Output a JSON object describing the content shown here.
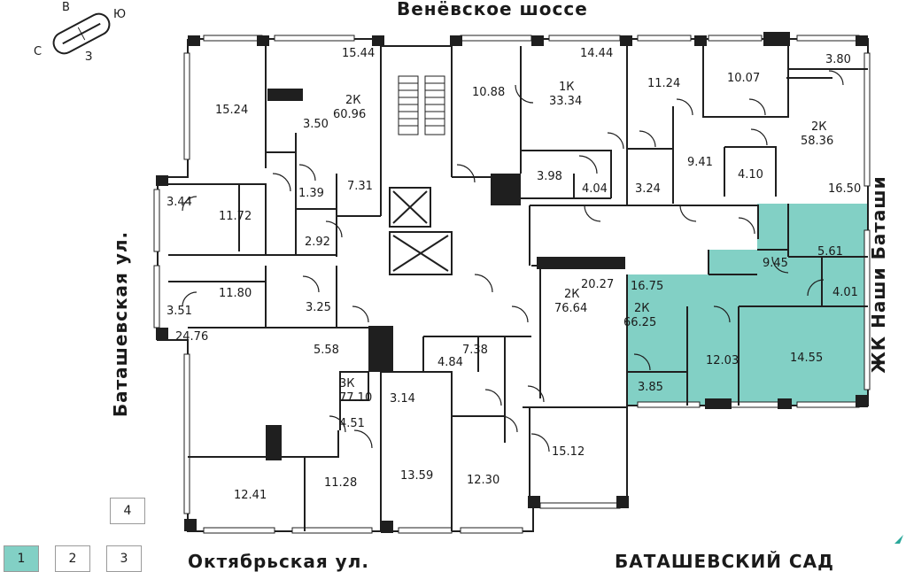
{
  "streets": {
    "top": "Венёвское шоссе",
    "left": "Баташевская ул.",
    "right": "ЖК Наши Баташи",
    "bottom_left": "Октябрьская ул.",
    "bottom_right": "БАТАШЕВСКИЙ САД"
  },
  "compass": {
    "n": "С",
    "e": "В",
    "s": "Ю",
    "w": "З"
  },
  "floors": {
    "items": [
      "1",
      "2",
      "3",
      "4"
    ],
    "selected": "1"
  },
  "colors": {
    "highlight": "#82d0c5",
    "wall": "#1f1f1f"
  },
  "apartments": [
    {
      "type": "2К",
      "area": "60.96"
    },
    {
      "type": "1К",
      "area": "33.34"
    },
    {
      "type": "2К",
      "area": "58.36"
    },
    {
      "type": "2К",
      "area": "66.25",
      "highlighted": true
    },
    {
      "type": "2К",
      "area": "76.64"
    },
    {
      "type": "3К",
      "area": "77.10"
    }
  ],
  "rooms": [
    "15.44",
    "15.24",
    "3.50",
    "1.39",
    "7.31",
    "2.92",
    "3.44",
    "11.72",
    "3.51",
    "11.80",
    "3.25",
    "24.76",
    "5.58",
    "4.51",
    "12.41",
    "11.28",
    "10.88",
    "14.44",
    "3.98",
    "4.04",
    "11.24",
    "10.07",
    "3.80",
    "9.41",
    "4.10",
    "3.24",
    "16.50",
    "20.27",
    "4.84",
    "7.38",
    "3.14",
    "13.59",
    "12.30",
    "15.12",
    "16.75",
    "9.45",
    "5.61",
    "4.01",
    "12.03",
    "14.55",
    "3.85"
  ]
}
